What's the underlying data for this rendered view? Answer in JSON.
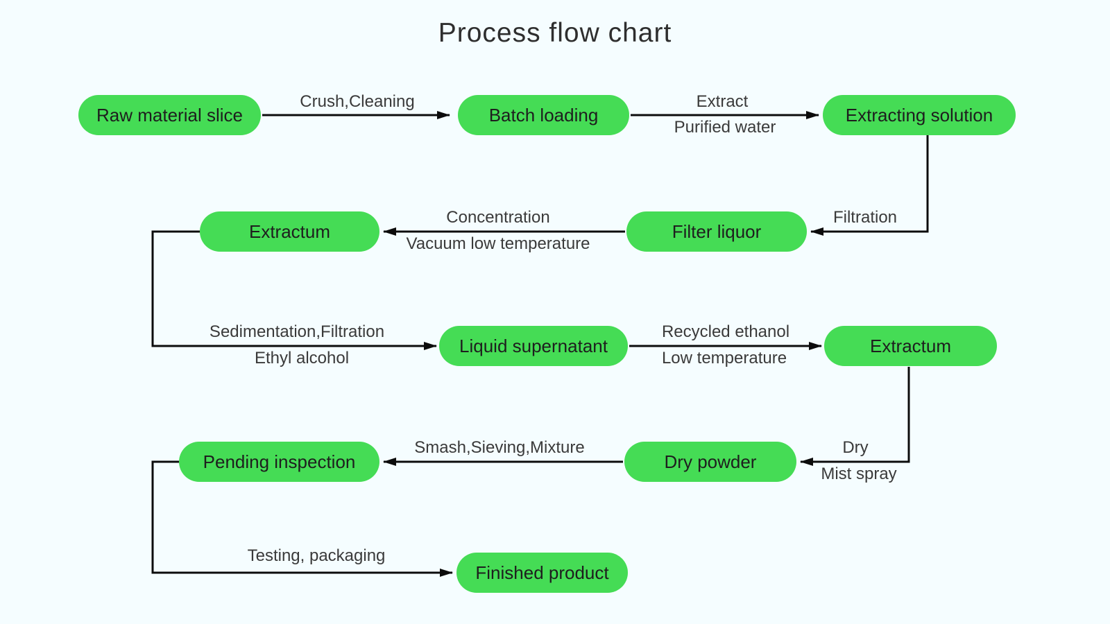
{
  "title": "Process flow chart",
  "theme": {
    "node_fill": "#45dc55",
    "node_text": "#1e1e1e",
    "line_color": "#0c0c0c",
    "label_color": "#3a3a3a",
    "background": "#f5fdff"
  },
  "nodes": [
    {
      "id": "raw-material-slice",
      "label": "Raw material slice"
    },
    {
      "id": "batch-loading",
      "label": "Batch loading"
    },
    {
      "id": "extracting-solution",
      "label": "Extracting solution"
    },
    {
      "id": "extractum-1",
      "label": "Extractum"
    },
    {
      "id": "filter-liquor",
      "label": "Filter liquor"
    },
    {
      "id": "liquid-supernatant",
      "label": "Liquid supernatant"
    },
    {
      "id": "extractum-2",
      "label": "Extractum"
    },
    {
      "id": "pending-inspection",
      "label": "Pending inspection"
    },
    {
      "id": "dry-powder",
      "label": "Dry powder"
    },
    {
      "id": "finished-product",
      "label": "Finished product"
    }
  ],
  "edges": [
    {
      "from": "raw-material-slice",
      "to": "batch-loading",
      "label_top": "Crush,Cleaning",
      "label_bottom": ""
    },
    {
      "from": "batch-loading",
      "to": "extracting-solution",
      "label_top": "Extract",
      "label_bottom": "Purified water"
    },
    {
      "from": "extracting-solution",
      "to": "filter-liquor",
      "label_top": "Filtration",
      "label_bottom": ""
    },
    {
      "from": "filter-liquor",
      "to": "extractum-1",
      "label_top": "Concentration",
      "label_bottom": "Vacuum low temperature"
    },
    {
      "from": "extractum-1",
      "to": "liquid-supernatant",
      "label_top": "Sedimentation,Filtration",
      "label_bottom": "Ethyl alcohol"
    },
    {
      "from": "liquid-supernatant",
      "to": "extractum-2",
      "label_top": "Recycled ethanol",
      "label_bottom": "Low temperature"
    },
    {
      "from": "extractum-2",
      "to": "dry-powder",
      "label_top": "Dry",
      "label_bottom": "Mist spray"
    },
    {
      "from": "dry-powder",
      "to": "pending-inspection",
      "label_top": "Smash,Sieving,Mixture",
      "label_bottom": ""
    },
    {
      "from": "pending-inspection",
      "to": "finished-product",
      "label_top": "Testing, packaging",
      "label_bottom": ""
    }
  ]
}
